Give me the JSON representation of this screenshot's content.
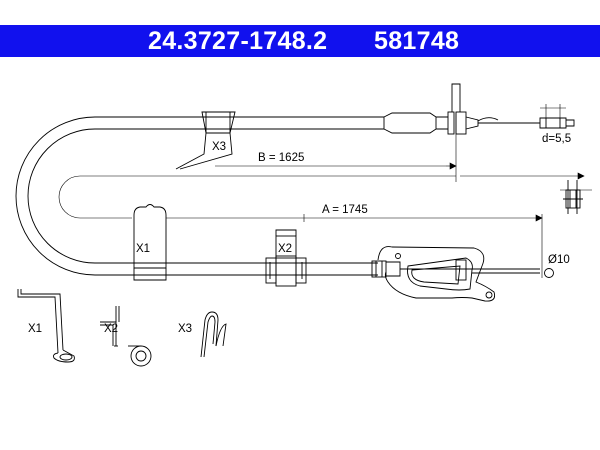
{
  "header": {
    "part_number": "24.3727-1748.2",
    "ref_number": "581748",
    "background_color": "#1111ee",
    "text_color": "#ffffff"
  },
  "dimensions": {
    "a_label": "A = 1745",
    "b_label": "B = 1625",
    "d_label": "d=5,5",
    "diameter_label": "Ø10"
  },
  "part_labels": {
    "x1": "X1",
    "x2": "X2",
    "x3": "X3"
  }
}
